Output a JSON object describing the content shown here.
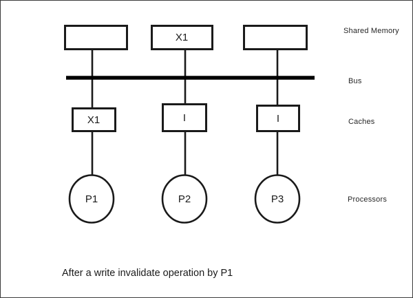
{
  "diagram": {
    "title_caption": "After a write invalidate operation by P1",
    "row_labels": [
      {
        "id": "shared-memory",
        "text": "Shared Memory"
      },
      {
        "id": "bus",
        "text": "Bus"
      },
      {
        "id": "caches",
        "text": "Caches"
      },
      {
        "id": "processors",
        "text": "Processors"
      }
    ],
    "memory_blocks": [
      {
        "id": "memory-block-1",
        "label": ""
      },
      {
        "id": "memory-block-2",
        "label": "X1"
      },
      {
        "id": "memory-block-3",
        "label": ""
      }
    ],
    "caches": [
      {
        "id": "cache-1",
        "label": "X1"
      },
      {
        "id": "cache-2",
        "label": "I"
      },
      {
        "id": "cache-3",
        "label": "I"
      }
    ],
    "processors": [
      {
        "id": "processor-1",
        "label": "P1"
      },
      {
        "id": "processor-2",
        "label": "P2"
      },
      {
        "id": "processor-3",
        "label": "P3"
      }
    ],
    "colors": {
      "stroke": "#1a1a1a",
      "bus": "#000000",
      "background": "#ffffff",
      "border": "#3b3b3b",
      "label_text": "#262626"
    }
  }
}
